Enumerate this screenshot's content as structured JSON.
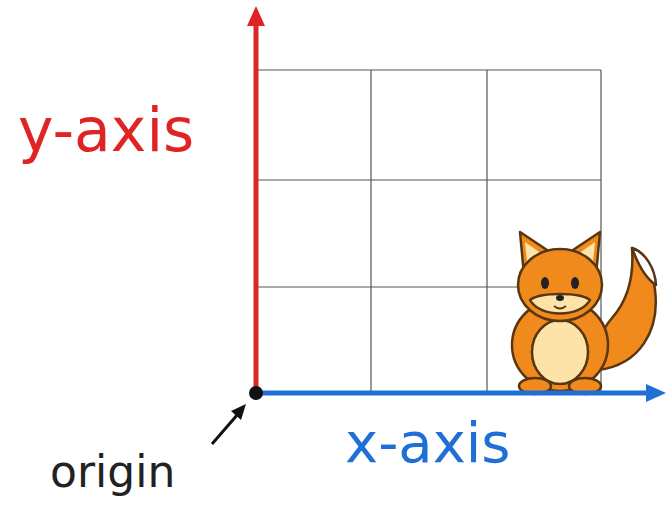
{
  "diagram": {
    "labels": [
      "y-axis",
      "x-axis",
      "origin"
    ]
  }
}
